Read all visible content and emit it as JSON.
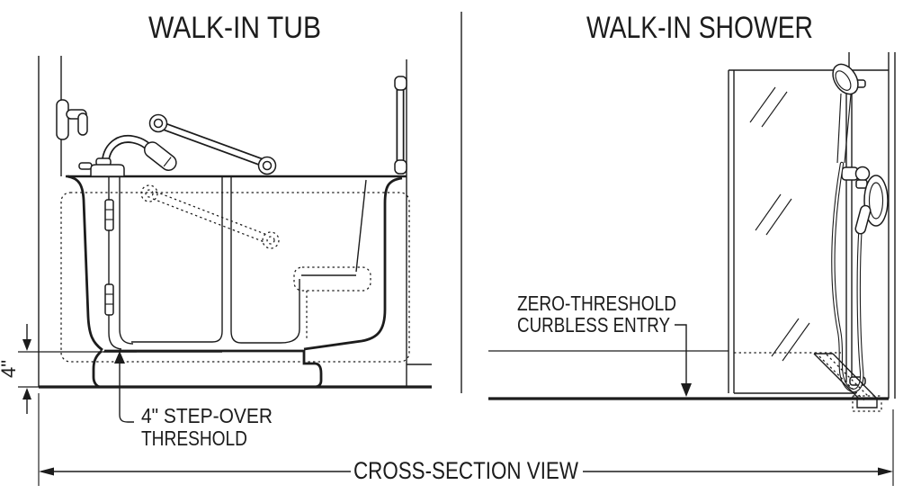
{
  "diagram": {
    "kind": "bathroom accessibility cross-section comparison",
    "titles": {
      "tub": "WALK-IN TUB",
      "shower": "WALK-IN SHOWER"
    },
    "footer_label": "CROSS-SECTION VIEW",
    "annotations": {
      "tub_threshold_height": "4\"",
      "tub_threshold_line1": "4\" STEP-OVER",
      "tub_threshold_line2": "THRESHOLD",
      "shower_entry_line1": "ZERO-THRESHOLD",
      "shower_entry_line2": "CURBLESS ENTRY"
    },
    "colors": {
      "ink": "#1c1c1c",
      "background": "#ffffff"
    }
  }
}
